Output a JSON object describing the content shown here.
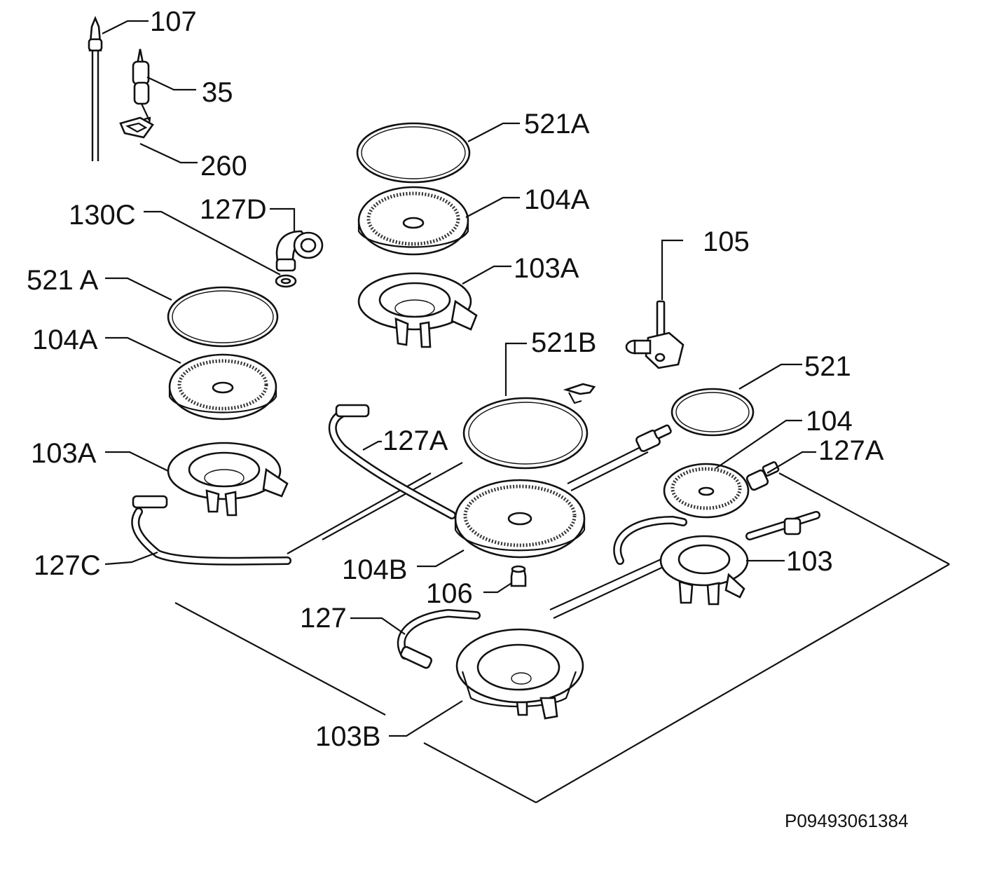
{
  "labels": {
    "p107": "107",
    "p35": "35",
    "p260": "260",
    "p521a_top": "521A",
    "p130c": "130C",
    "p127d": "127D",
    "p104a_top": "104A",
    "p105": "105",
    "p103a_top": "103A",
    "p521a_left": "521 A",
    "p104a_left": "104A",
    "p521b": "521B",
    "p521": "521",
    "p104": "104",
    "p127a_mid": "127A",
    "p127a_right": "127A",
    "p103a_left": "103A",
    "p103": "103",
    "p127c": "127C",
    "p104b": "104B",
    "p106": "106",
    "p127": "127",
    "p103b": "103B"
  },
  "drawing_code": "P09493061384"
}
